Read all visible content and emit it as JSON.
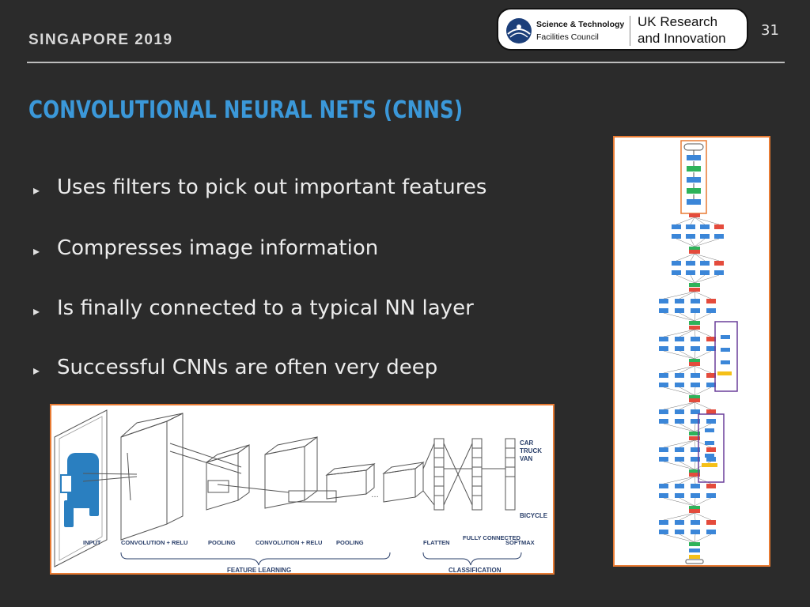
{
  "header": {
    "label": "SINGAPORE 2019",
    "slide_number": "31"
  },
  "logo": {
    "stfc_line1": "Science & Technology",
    "stfc_line2": "Facilities Council",
    "ukri_line1": "UK Research",
    "ukri_line2": "and Innovation"
  },
  "title": "CONVOLUTIONAL NEURAL NETS (CNNS)",
  "bullets": [
    "Uses filters to pick out important features",
    "Compresses image information",
    "Is finally connected to a typical NN layer",
    "Successful CNNs are often very deep"
  ],
  "cnn_diagram": {
    "stages": [
      "INPUT",
      "CONVOLUTION + RELU",
      "POOLING",
      "CONVOLUTION + RELU",
      "POOLING",
      "FLATTEN",
      "FULLY\nCONNECTED",
      "SOFTMAX"
    ],
    "groups": [
      "FEATURE LEARNING",
      "CLASSIFICATION"
    ],
    "outputs": [
      "CAR",
      "TRUCK",
      "VAN",
      "BICYCLE"
    ]
  },
  "colors": {
    "background": "#2b2b2b",
    "title": "#3b98d9",
    "frame": "#e87b33"
  }
}
